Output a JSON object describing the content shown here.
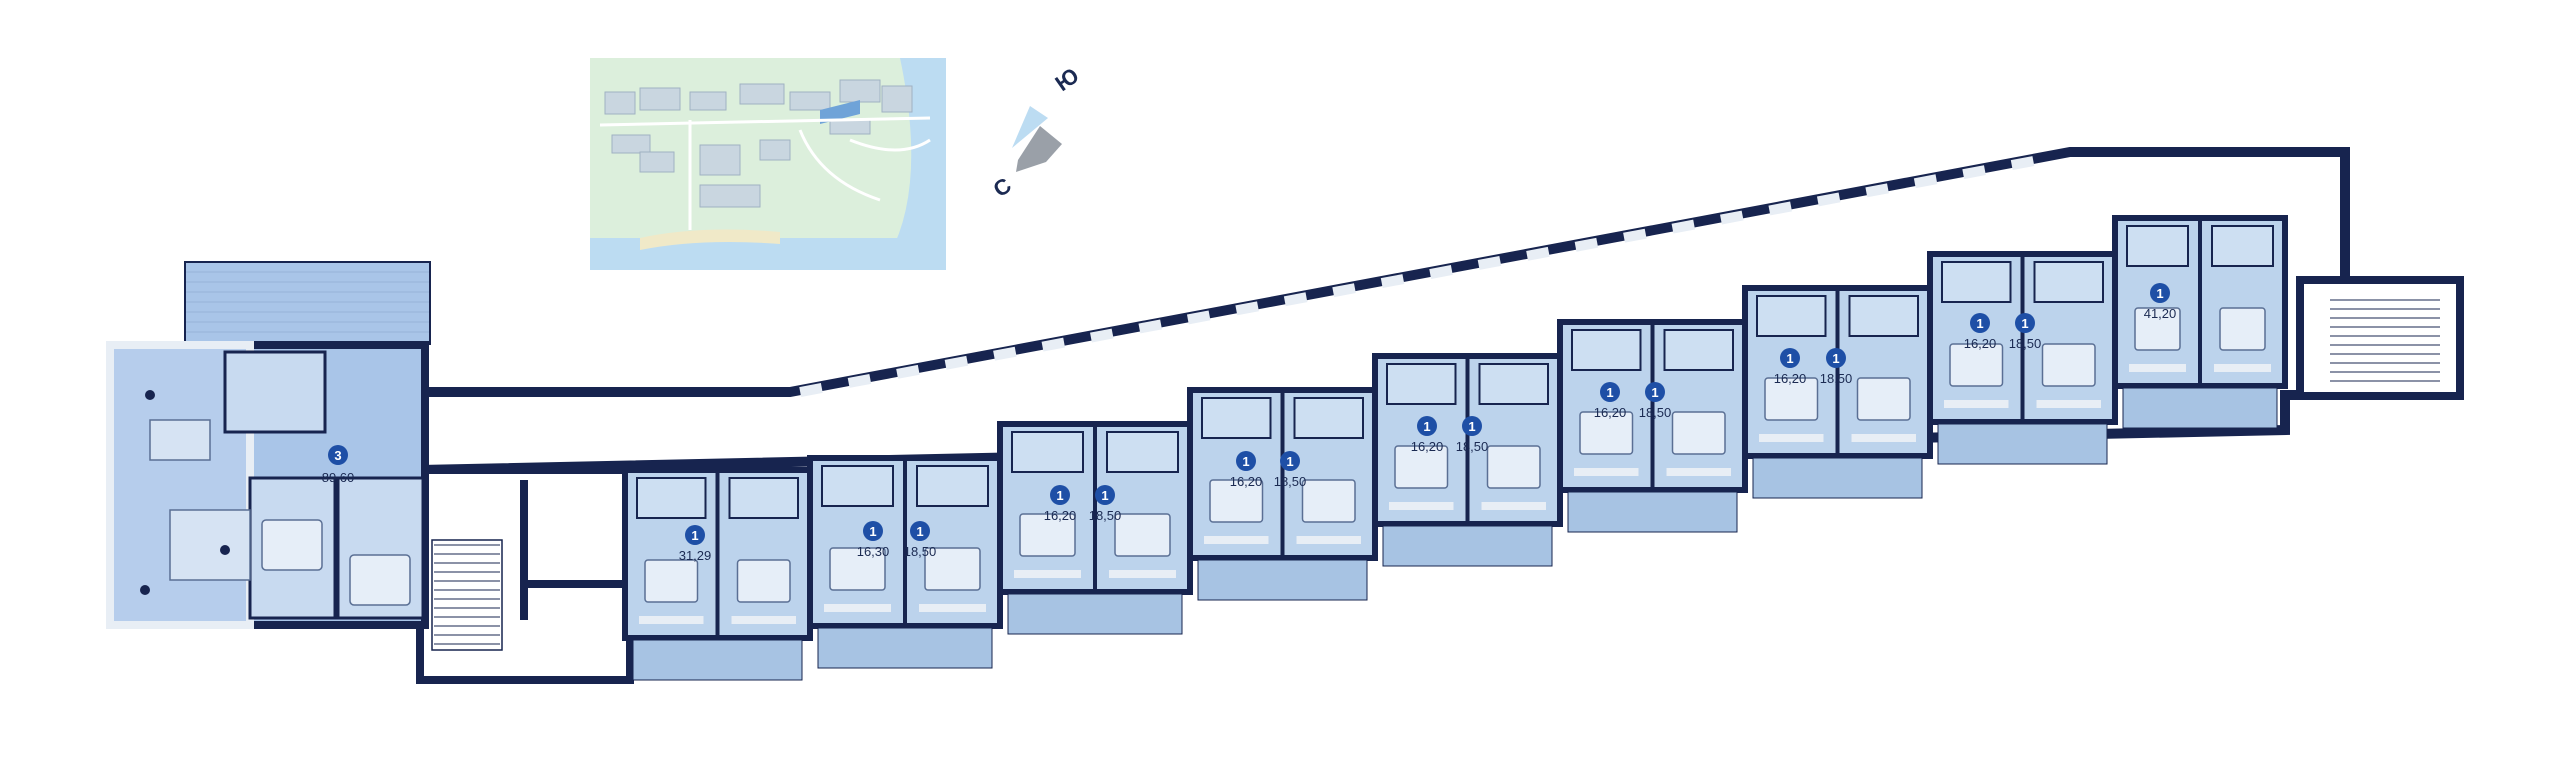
{
  "colors": {
    "wall": "#17244f",
    "apartment": "#bcd3ec",
    "apartment_highlight": "#a9c5e8",
    "terrace": "#a7c3e3",
    "corridor": "#ffffff",
    "window": "#e8eef5",
    "badge": "#1e4fa6",
    "map_bg": "#dcefdc",
    "map_building": "#c9d6e0",
    "map_water": "#bcdcf2"
  },
  "compass": {
    "north": "С",
    "south": "Ю"
  },
  "apartments": [
    {
      "rooms": "3",
      "area": "89,60"
    },
    {
      "rooms": "1",
      "area": "31,29"
    },
    {
      "rooms": "1",
      "area": "16,30"
    },
    {
      "rooms": "1",
      "area": "18,50"
    },
    {
      "rooms": "1",
      "area": "16,20"
    },
    {
      "rooms": "1",
      "area": "18,50"
    },
    {
      "rooms": "1",
      "area": "16,20"
    },
    {
      "rooms": "1",
      "area": "18,50"
    },
    {
      "rooms": "1",
      "area": "16,20"
    },
    {
      "rooms": "1",
      "area": "18,50"
    },
    {
      "rooms": "1",
      "area": "16,20"
    },
    {
      "rooms": "1",
      "area": "18,50"
    },
    {
      "rooms": "1",
      "area": "16,20"
    },
    {
      "rooms": "1",
      "area": "18,50"
    },
    {
      "rooms": "1",
      "area": "16,20"
    },
    {
      "rooms": "1",
      "area": "18,50"
    },
    {
      "rooms": "1",
      "area": "41,20"
    }
  ]
}
